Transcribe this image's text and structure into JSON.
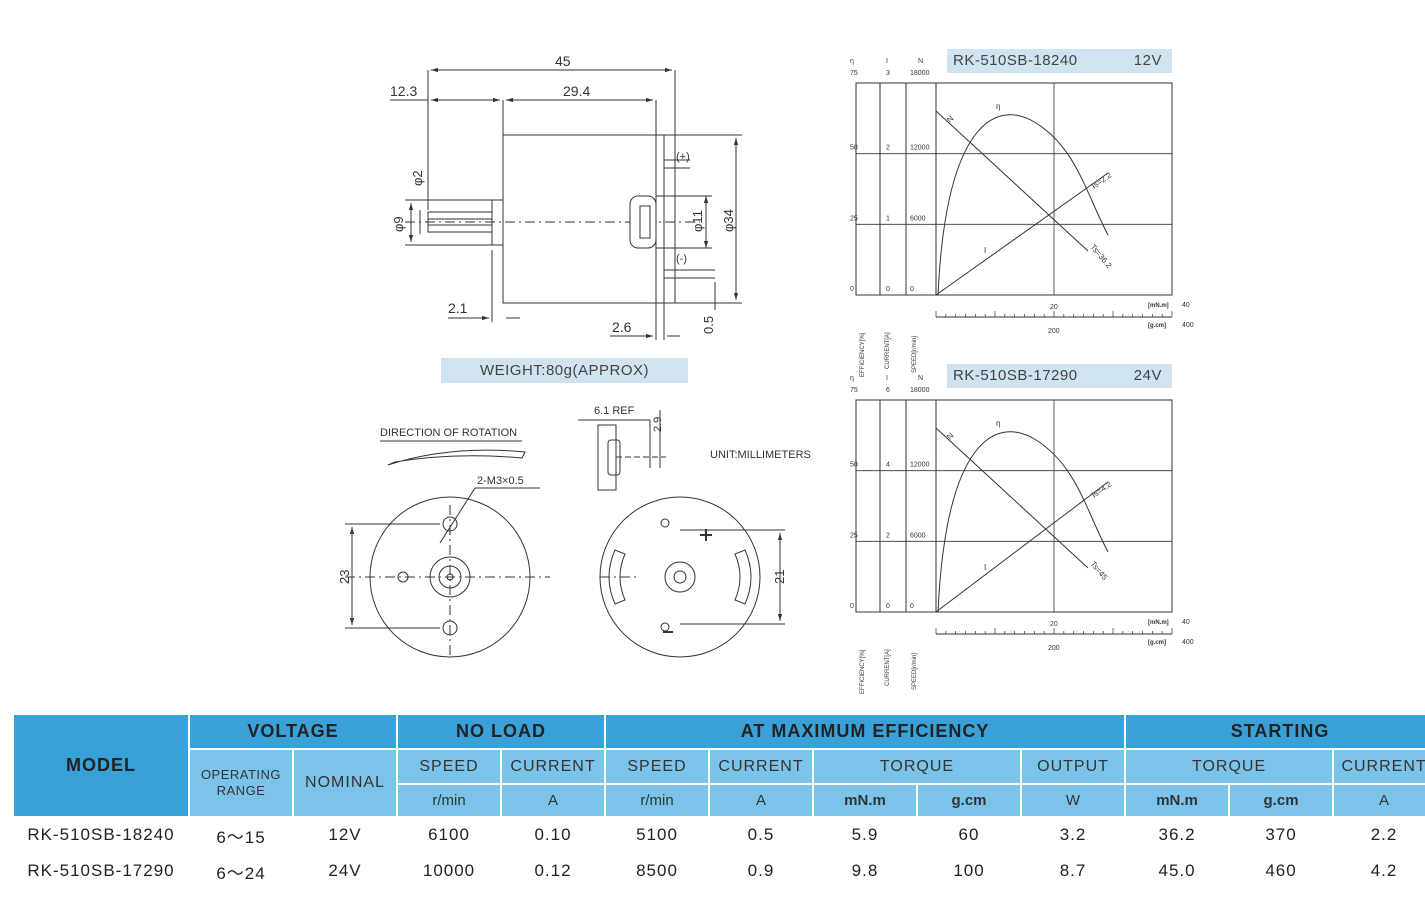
{
  "drawing": {
    "dims": {
      "length_total": "45",
      "shaft_len": "12.3",
      "body_len": "29.4",
      "shaft_dia": "φ2",
      "boss_dia": "φ9",
      "rear_boss_dia": "φ11",
      "body_dia": "φ34",
      "front_gap": "2.1",
      "rear_gap": "2.6",
      "terminal_thk": "0.5",
      "plus_mark": "(+)",
      "minus_mark": "(-)",
      "ref_dim": "6.1 REF",
      "term_dim": "2.9",
      "hole_spacing": "23",
      "rear_spacing": "21",
      "screw_holes": "2-M3×0.5"
    },
    "weight": "WEIGHT:80g(APPROX)",
    "rotation_label": "DIRECTION OF ROTATION",
    "unit_label": "UNIT:MILLIMETERS"
  },
  "charts": [
    {
      "model": "RK-510SB-18240",
      "voltage": "12V",
      "eff_label": "η",
      "cur_label": "I",
      "spd_label": "N",
      "eff_ticks": [
        "75",
        "50",
        "25",
        "0"
      ],
      "cur_ticks": [
        "3",
        "2",
        "1",
        "0"
      ],
      "spd_ticks": [
        "18000",
        "12000",
        "6000",
        "0"
      ],
      "curve_N": "N",
      "curve_eta": "η",
      "curve_I": "I",
      "is_label": "Is=2.2",
      "ts_label": "Ts=36.2",
      "x_mnm": [
        "20",
        "40"
      ],
      "x_gcm": [
        "200",
        "400"
      ],
      "unit_mnm": "[mN.m]",
      "unit_gcm": "[g.cm]",
      "axis_eff": "EFFICIENCY[%]",
      "axis_cur": "CURRENT[A]",
      "axis_spd": "SPEED[r/min]"
    },
    {
      "model": "RK-510SB-17290",
      "voltage": "24V",
      "eff_label": "η",
      "cur_label": "I",
      "spd_label": "N",
      "eff_ticks": [
        "75",
        "50",
        "25",
        "0"
      ],
      "cur_ticks": [
        "6",
        "4",
        "2",
        "0"
      ],
      "spd_ticks": [
        "18000",
        "12000",
        "6000",
        "0"
      ],
      "curve_N": "N",
      "curve_eta": "η",
      "curve_I": "I",
      "is_label": "Is=4.2",
      "ts_label": "Ts=45",
      "x_mnm": [
        "20",
        "40"
      ],
      "x_gcm": [
        "200",
        "400"
      ],
      "unit_mnm": "[mN.m]",
      "unit_gcm": "[g.cm]",
      "axis_eff": "EFFICIENCY[%]",
      "axis_cur": "CURRENT[A]",
      "axis_spd": "SPEED[r/min]"
    }
  ],
  "table": {
    "headers": {
      "model": "MODEL",
      "voltage": "VOLTAGE",
      "no_load": "NO LOAD",
      "max_eff": "AT MAXIMUM EFFICIENCY",
      "starting": "STARTING",
      "operating_range_1": "OPERATING",
      "operating_range_2": "RANGE",
      "nominal": "NOMINAL",
      "speed": "SPEED",
      "current": "CURRENT",
      "torque": "TORQUE",
      "output": "OUTPUT",
      "unit_rmin": "r/min",
      "unit_a": "A",
      "unit_mnm": "mN.m",
      "unit_gcm": "g.cm",
      "unit_w": "W"
    },
    "rows": [
      [
        "RK-510SB-18240",
        "6～15",
        "12V",
        "6100",
        "0.10",
        "5100",
        "0.5",
        "5.9",
        "60",
        "3.2",
        "36.2",
        "370",
        "2.2"
      ],
      [
        "RK-510SB-17290",
        "6～24",
        "24V",
        "10000",
        "0.12",
        "8500",
        "0.9",
        "9.8",
        "100",
        "8.7",
        "45.0",
        "460",
        "4.2"
      ]
    ]
  }
}
